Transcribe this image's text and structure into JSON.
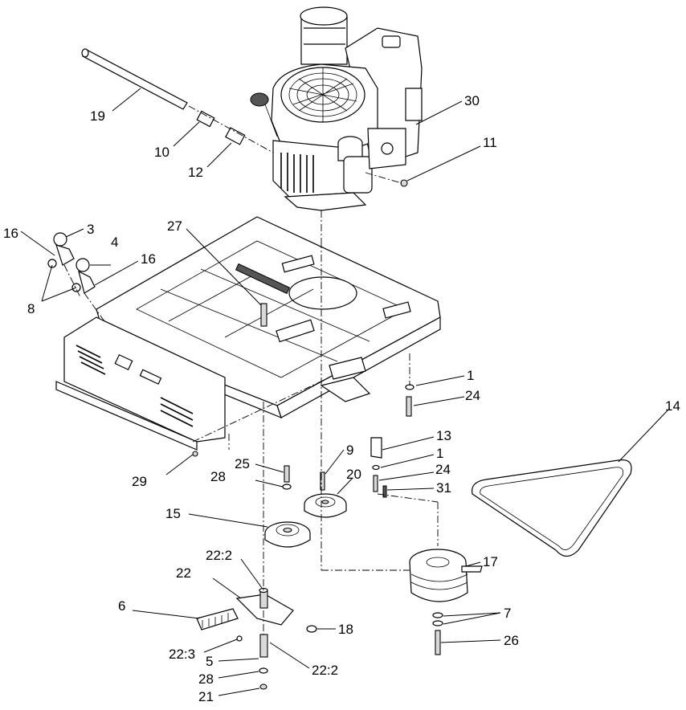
{
  "callouts": {
    "c30": "30",
    "c19": "19",
    "c10": "10",
    "c12": "12",
    "c11": "11",
    "c16a": "16",
    "c3": "3",
    "c4": "4",
    "c16b": "16",
    "c8": "8",
    "c27": "27",
    "c1a": "1",
    "c24a": "24",
    "c14": "14",
    "c13": "13",
    "c1b": "1",
    "c24b": "24",
    "c31": "31",
    "c9": "9",
    "c20": "20",
    "c25": "25",
    "c28a": "28",
    "c29": "29",
    "c15": "15",
    "c17": "17",
    "c22_2a": "22:2",
    "c22": "22",
    "c6": "6",
    "c7": "7",
    "c18": "18",
    "c26": "26",
    "c22_3": "22:3",
    "c5": "5",
    "c22_2b": "22:2",
    "c28b": "28",
    "c21": "21"
  }
}
